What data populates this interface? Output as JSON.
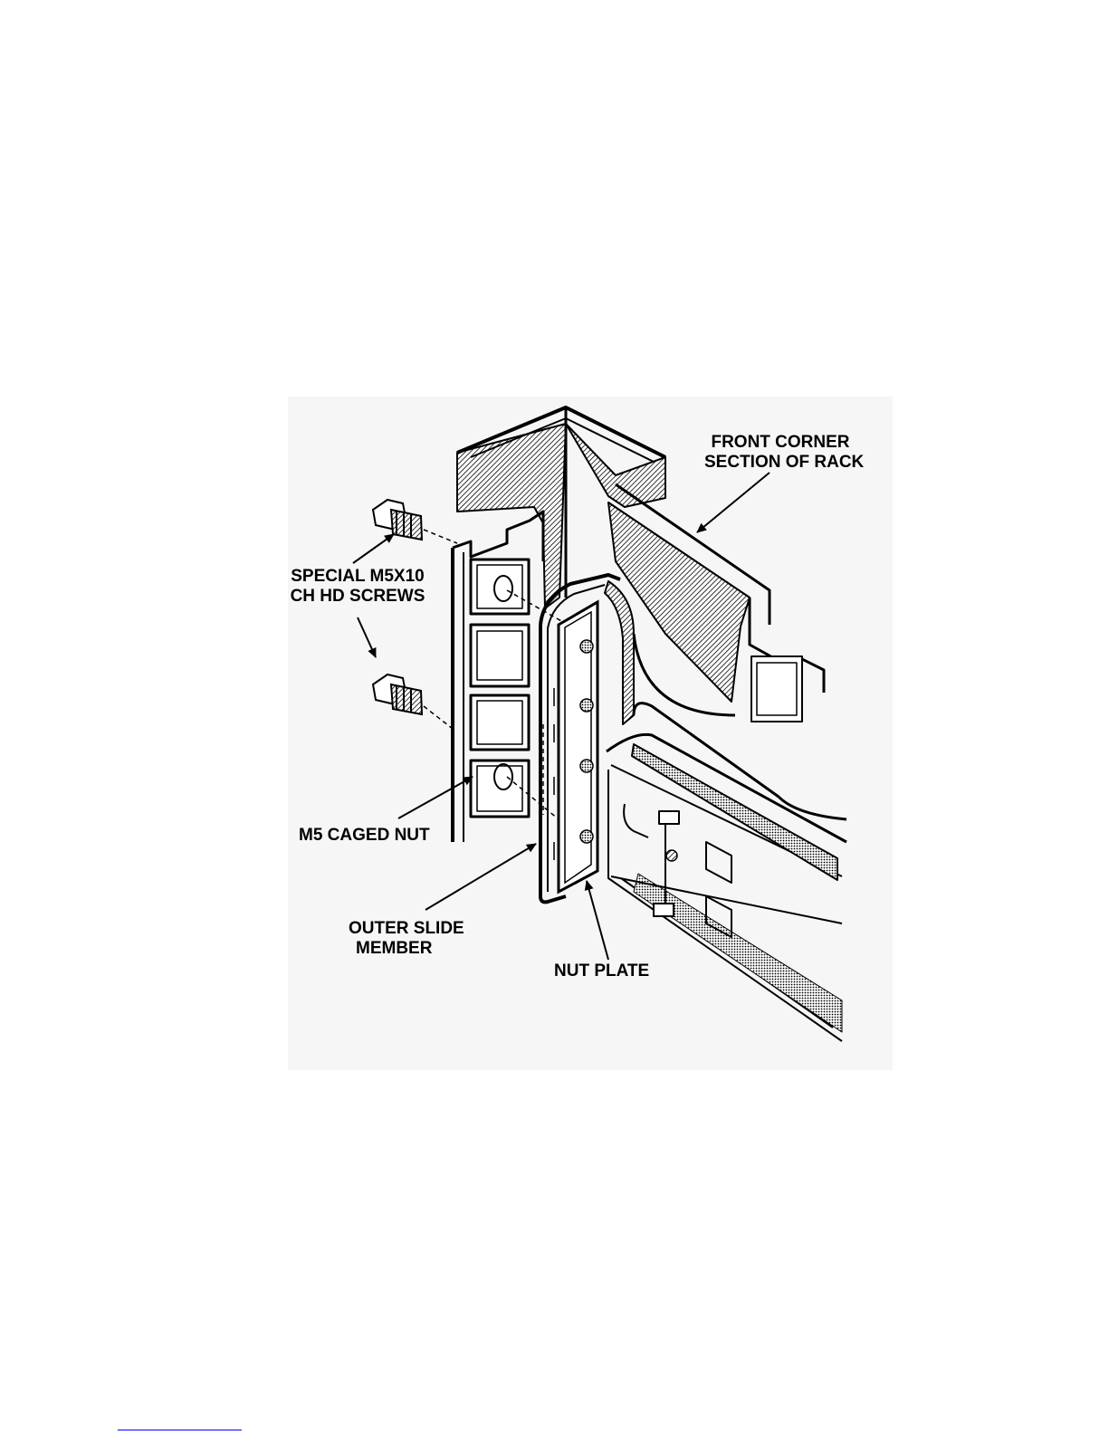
{
  "labels": {
    "front_corner": {
      "line1": "FRONT CORNER",
      "line2": "SECTION OF RACK"
    },
    "screws": {
      "line1": "SPECIAL M5X10",
      "line2": "CH HD SCREWS"
    },
    "caged_nut": "M5 CAGED NUT",
    "outer_slide": {
      "line1": "OUTER SLIDE",
      "line2": "MEMBER"
    },
    "nut_plate": "NUT PLATE"
  },
  "colors": {
    "ink": "#000000",
    "paper": "#ffffff",
    "hatch_background": "#f4f4f4",
    "link_rule": "#0000ff"
  }
}
